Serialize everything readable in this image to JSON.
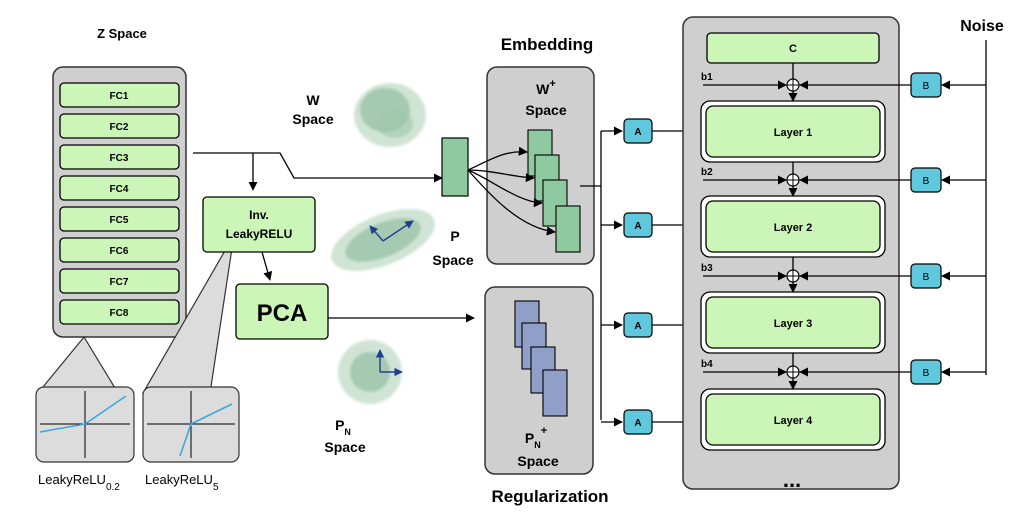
{
  "z_space": {
    "title": "Z Space",
    "fc_layers": [
      "FC1",
      "FC2",
      "FC3",
      "FC4",
      "FC5",
      "FC6",
      "FC7",
      "FC8"
    ]
  },
  "leaky_plots": [
    {
      "main": "LeakyReLU",
      "sub": "0.2"
    },
    {
      "main": "LeakyReLU",
      "sub": "5"
    }
  ],
  "inv_leaky": {
    "line1": "Inv.",
    "line2": "LeakyRELU"
  },
  "pca_label": "PCA",
  "w_space": {
    "line1": "W",
    "line2": "Space"
  },
  "p_space": {
    "line1": "P",
    "line2": "Space"
  },
  "pn_space": {
    "main": "P",
    "sub": "N",
    "line2": "Space"
  },
  "embedding": {
    "title": "Embedding",
    "panel_main": "W",
    "panel_sup": "+",
    "panel_line2": "Space"
  },
  "regularization": {
    "title": "Regularization",
    "panel_main": "P",
    "panel_sub": "N",
    "panel_sup": "+",
    "panel_line2": "Space"
  },
  "generator": {
    "const_label": "C",
    "layers": [
      "Layer 1",
      "Layer 2",
      "Layer 3",
      "Layer 4"
    ],
    "biases": [
      "b1",
      "b2",
      "b3",
      "b4"
    ],
    "a_label": "A",
    "b_label": "B",
    "ellipsis": "..."
  },
  "noise_label": "Noise",
  "colors": {
    "green_fill": "#ccf5b8",
    "cyan_fill": "#5fc8dc",
    "panel_grey": "#cfcfcf",
    "w_box_green": "#8ec9a0",
    "p_box_blue": "#8f9fc8",
    "scatter_green": "#8ab89a",
    "arrow_blue": "#1f3f8f",
    "plot_line_blue": "#3aa9e0"
  }
}
